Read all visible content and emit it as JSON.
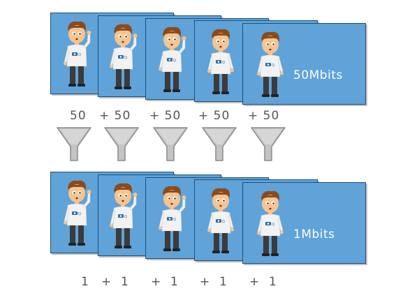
{
  "top_row": {
    "label": "50Mbits",
    "frame_count": 5,
    "amounts": [
      "50",
      "+ 50",
      "+ 50",
      "+ 50",
      "+ 50"
    ]
  },
  "bottom_row": {
    "label": "1Mbits",
    "frame_count": 5,
    "amounts": [
      "1",
      "+  1",
      "+  1",
      "+  1",
      "+  1"
    ]
  },
  "funnel_count": 5,
  "colors": {
    "frame_fill": "#5fa3d8",
    "frame_border": "#1f4f7a",
    "funnel_fill": "#c4c4c4",
    "funnel_stroke": "#8a8a8a",
    "text": "#555555",
    "shirt": "#f2f2f2",
    "pants": "#3b3b3b",
    "hair": "#8b4a1c",
    "skin": "#f6c48f"
  },
  "icons": {
    "person": "cartoon-person-icon",
    "funnel": "funnel-icon",
    "logo": "shirt-logo-icon"
  }
}
